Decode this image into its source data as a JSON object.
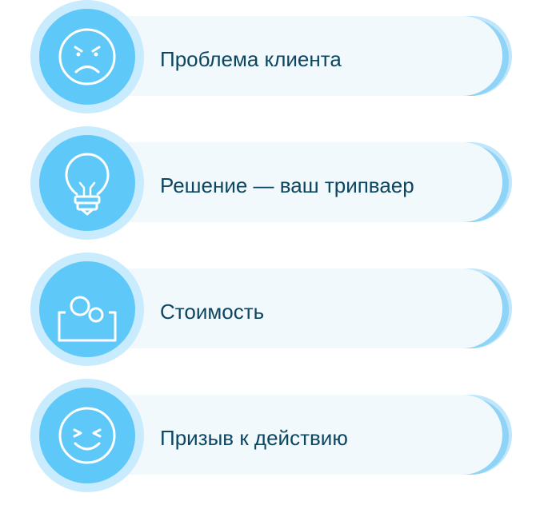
{
  "colors": {
    "disc": "#5ec9f8",
    "halo": "#c8ebfd",
    "pill": "#f2f9fd",
    "pill_rim": "#8fd3f6",
    "text": "#0c4660",
    "icon_stroke": "#ffffff"
  },
  "steps": [
    {
      "label": "Проблема клиента",
      "icon": "frowning-face-icon"
    },
    {
      "label": "Решение — ваш трипваер",
      "icon": "lightbulb-icon"
    },
    {
      "label": "Стоимость",
      "icon": "coins-in-tray-icon"
    },
    {
      "label": "Призыв к действию",
      "icon": "smiling-face-icon"
    }
  ]
}
